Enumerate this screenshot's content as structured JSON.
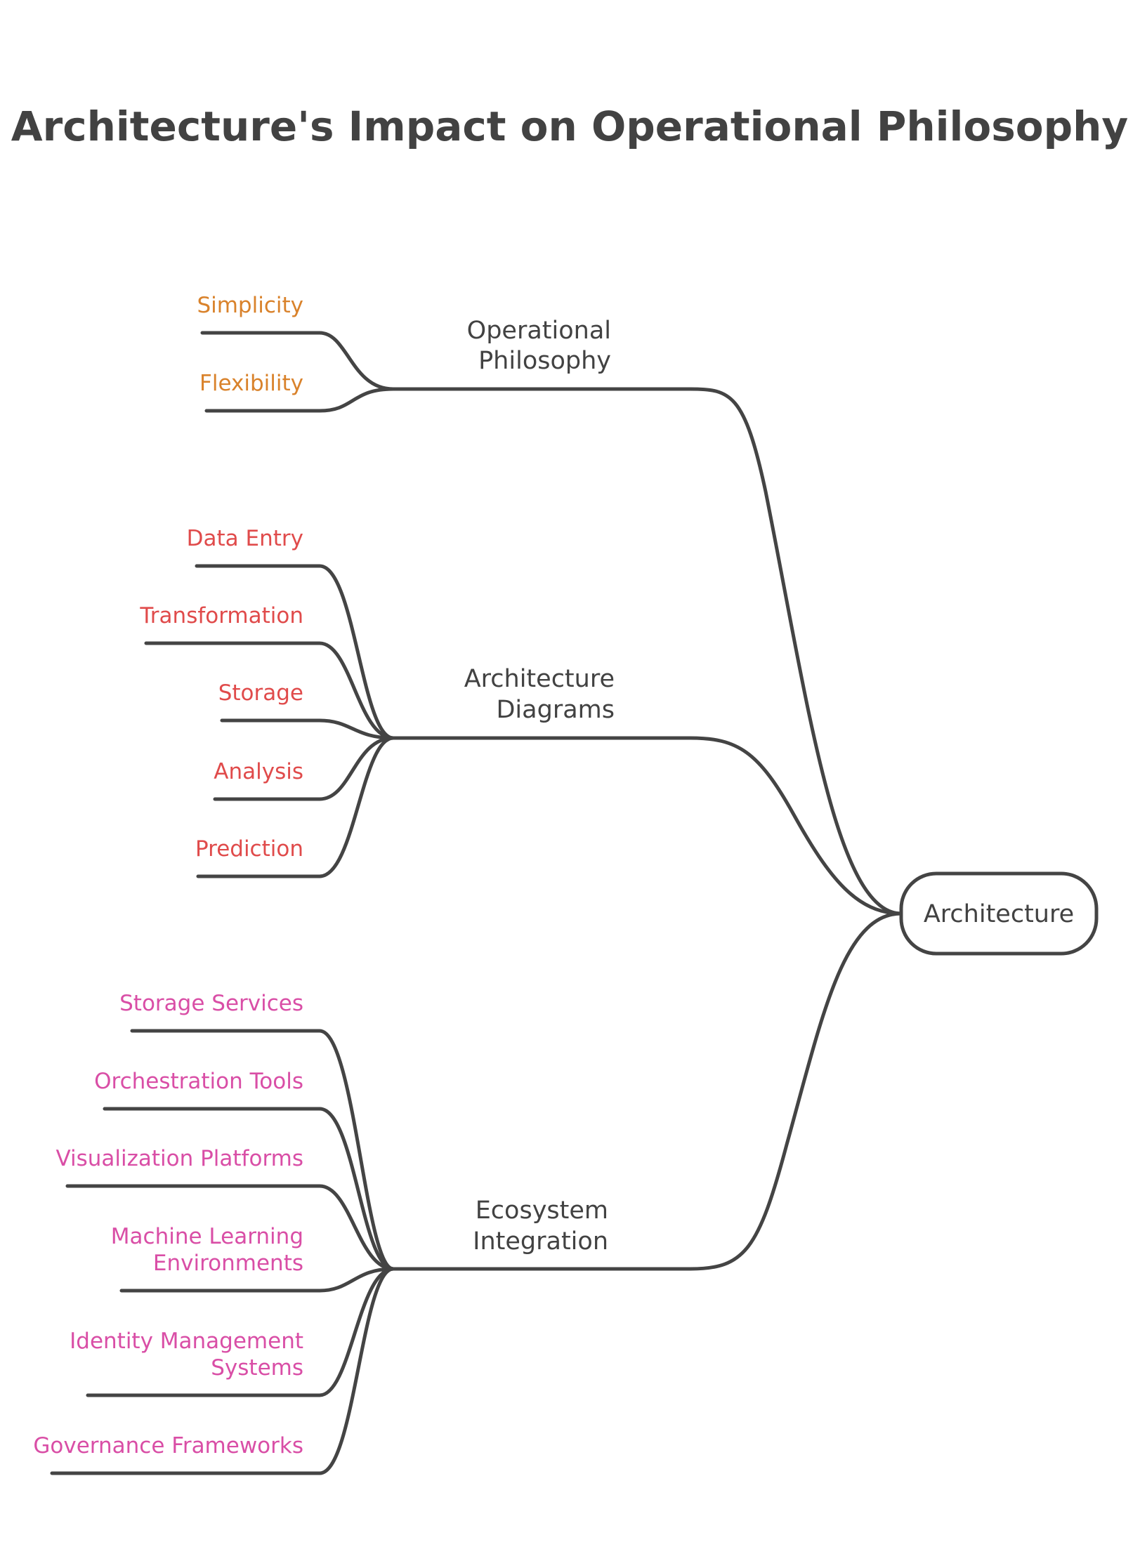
{
  "title": "Architecture's Impact on Operational Philosophy",
  "root": {
    "label": "Architecture"
  },
  "branches": [
    {
      "lines": [
        "Operational",
        "Philosophy"
      ],
      "color": "#d9822b",
      "leaves": [
        {
          "lines": [
            "Simplicity"
          ]
        },
        {
          "lines": [
            "Flexibility"
          ]
        }
      ]
    },
    {
      "lines": [
        "Architecture",
        "Diagrams"
      ],
      "color": "#e04b4b",
      "leaves": [
        {
          "lines": [
            "Data Entry"
          ]
        },
        {
          "lines": [
            "Transformation"
          ]
        },
        {
          "lines": [
            "Storage"
          ]
        },
        {
          "lines": [
            "Analysis"
          ]
        },
        {
          "lines": [
            "Prediction"
          ]
        }
      ]
    },
    {
      "lines": [
        "Ecosystem",
        "Integration"
      ],
      "color": "#d94ea6",
      "leaves": [
        {
          "lines": [
            "Storage Services"
          ]
        },
        {
          "lines": [
            "Orchestration Tools"
          ]
        },
        {
          "lines": [
            "Visualization Platforms"
          ]
        },
        {
          "lines": [
            "Machine Learning",
            "Environments"
          ]
        },
        {
          "lines": [
            "Identity Management",
            "Systems"
          ]
        },
        {
          "lines": [
            "Governance Frameworks"
          ]
        }
      ]
    }
  ]
}
